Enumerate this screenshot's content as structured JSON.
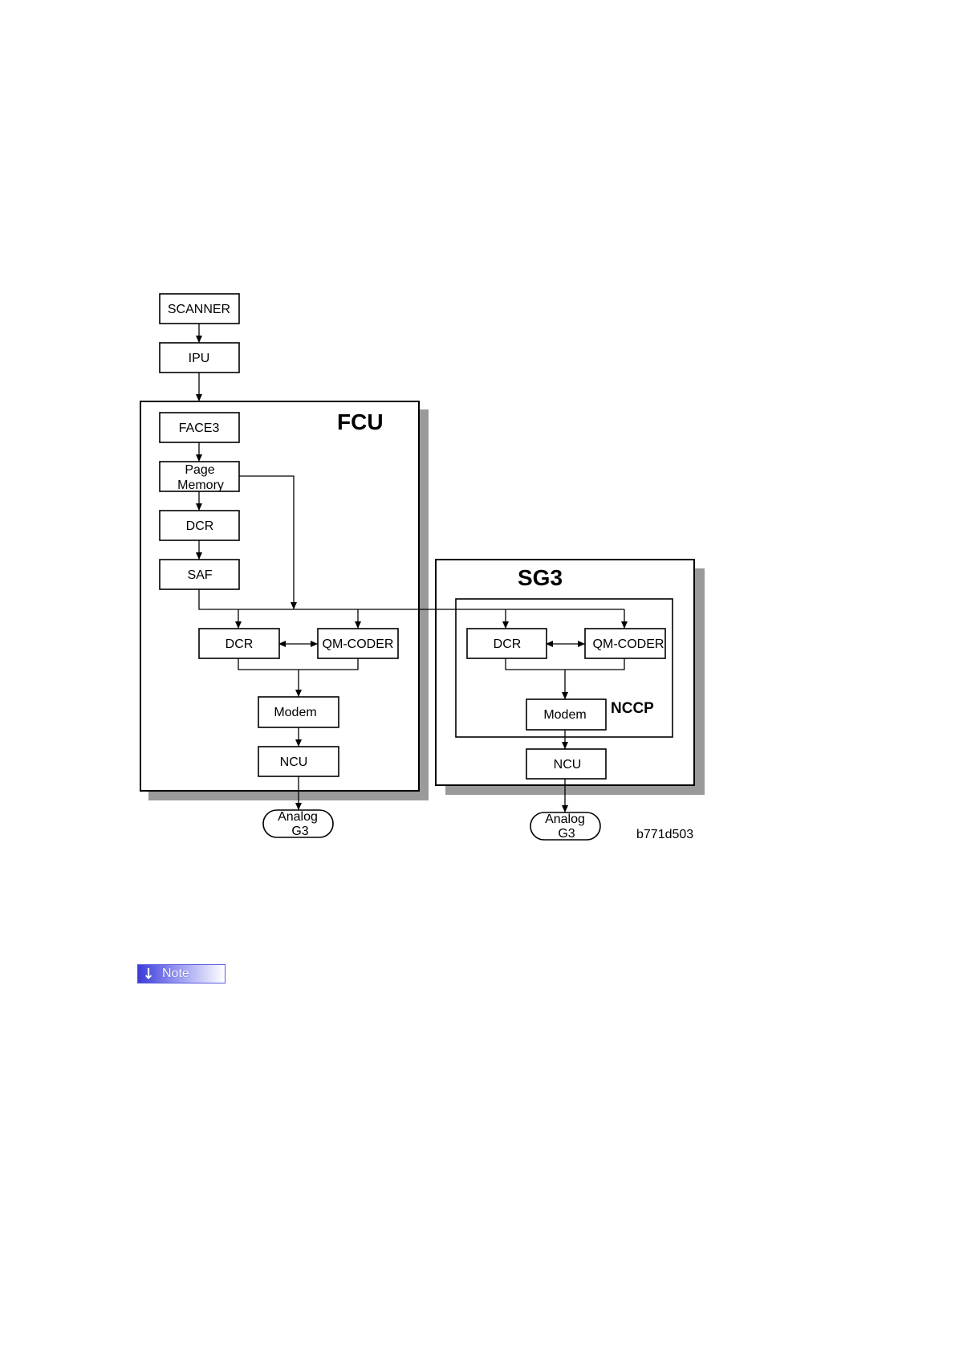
{
  "diagram": {
    "fcu_title": "FCU",
    "sg3_title": "SG3",
    "nccp_title": "NCCP",
    "nodes": {
      "scanner": "SCANNER",
      "ipu": "IPU",
      "face3": "FACE3",
      "page_memory_line1": "Page",
      "page_memory_line2": "Memory",
      "dcr_top": "DCR",
      "saf": "SAF",
      "fcu_dcr": "DCR",
      "fcu_qm_coder": "QM-CODER",
      "fcu_modem": "Modem",
      "fcu_ncu": "NCU",
      "fcu_analog_line1": "Analog",
      "fcu_analog_line2": "G3",
      "sg3_dcr": "DCR",
      "sg3_qm_coder": "QM-CODER",
      "sg3_modem": "Modem",
      "sg3_ncu": "NCU",
      "sg3_analog_line1": "Analog",
      "sg3_analog_line2": "G3"
    },
    "figure_id": "b771d503"
  },
  "note": {
    "label": "Note",
    "icon": "down-arrow-icon"
  }
}
